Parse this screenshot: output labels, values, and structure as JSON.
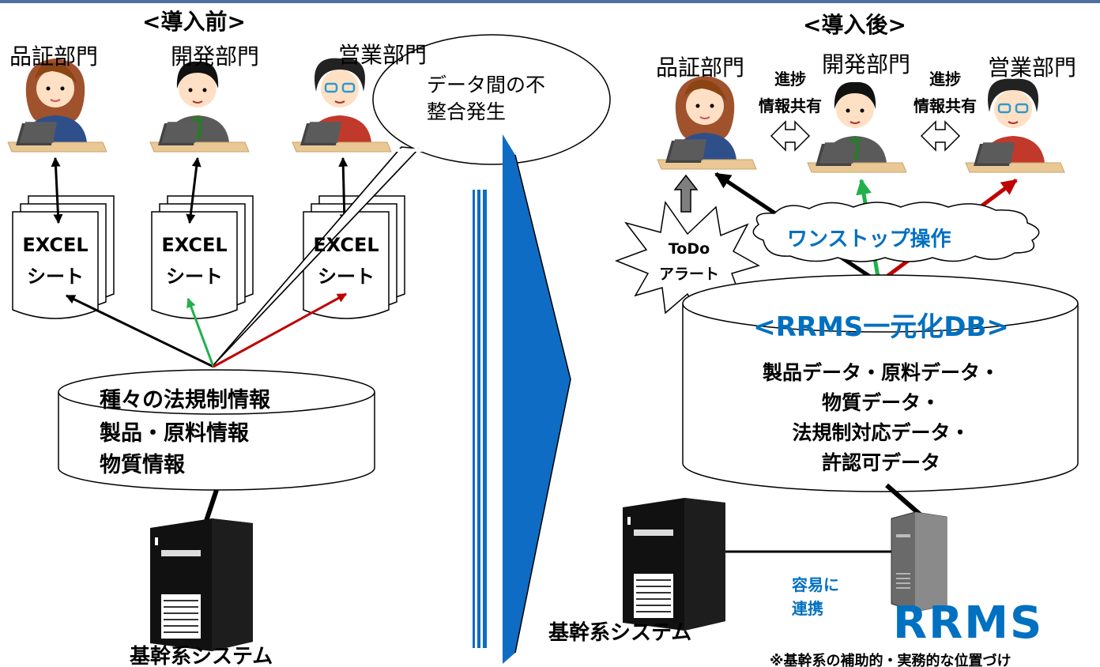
{
  "before": {
    "heading": "<導入前>",
    "departments": [
      "品証部門",
      "開発部門",
      "営業部門"
    ],
    "sheet_title": "EXCEL",
    "sheet_subtitle": "シート",
    "callout": [
      "データ間の不",
      "整合発生"
    ],
    "db_lines": [
      "種々の法規制情報",
      "製品・原料情報",
      "物質情報"
    ],
    "server_label": "基幹系システム"
  },
  "after": {
    "heading": "<導入後>",
    "departments": [
      "品証部門",
      "開発部門",
      "営業部門"
    ],
    "share_label": [
      "進捗",
      "情報共有"
    ],
    "cloud_label": "ワンストップ操作",
    "todo_label": [
      "ToDo",
      "アラート"
    ],
    "db_title": "<RRMS一元化DB>",
    "db_lines": [
      "製品データ・原料データ・",
      "物質データ・",
      "法規制対応データ・",
      "許認可データ"
    ],
    "server_label": "基幹系システム",
    "link_label": [
      "容易に",
      "連携"
    ],
    "rrms_logo": "RRMS",
    "footnote": "※基幹系の補助的・実務的な位置づけ"
  },
  "colors": {
    "arrow_black": "#000000",
    "arrow_green": "#21b04b",
    "arrow_red": "#c00000",
    "accent_blue": "#0070c0",
    "transition_blue": "#0e6cc4",
    "top_bar": "#4f6f9f"
  },
  "icons": [
    "person-female-icon",
    "person-male-icon",
    "person-glasses-icon",
    "server-icon",
    "rrms-server-icon",
    "double-arrow-icon",
    "up-arrow-icon"
  ]
}
